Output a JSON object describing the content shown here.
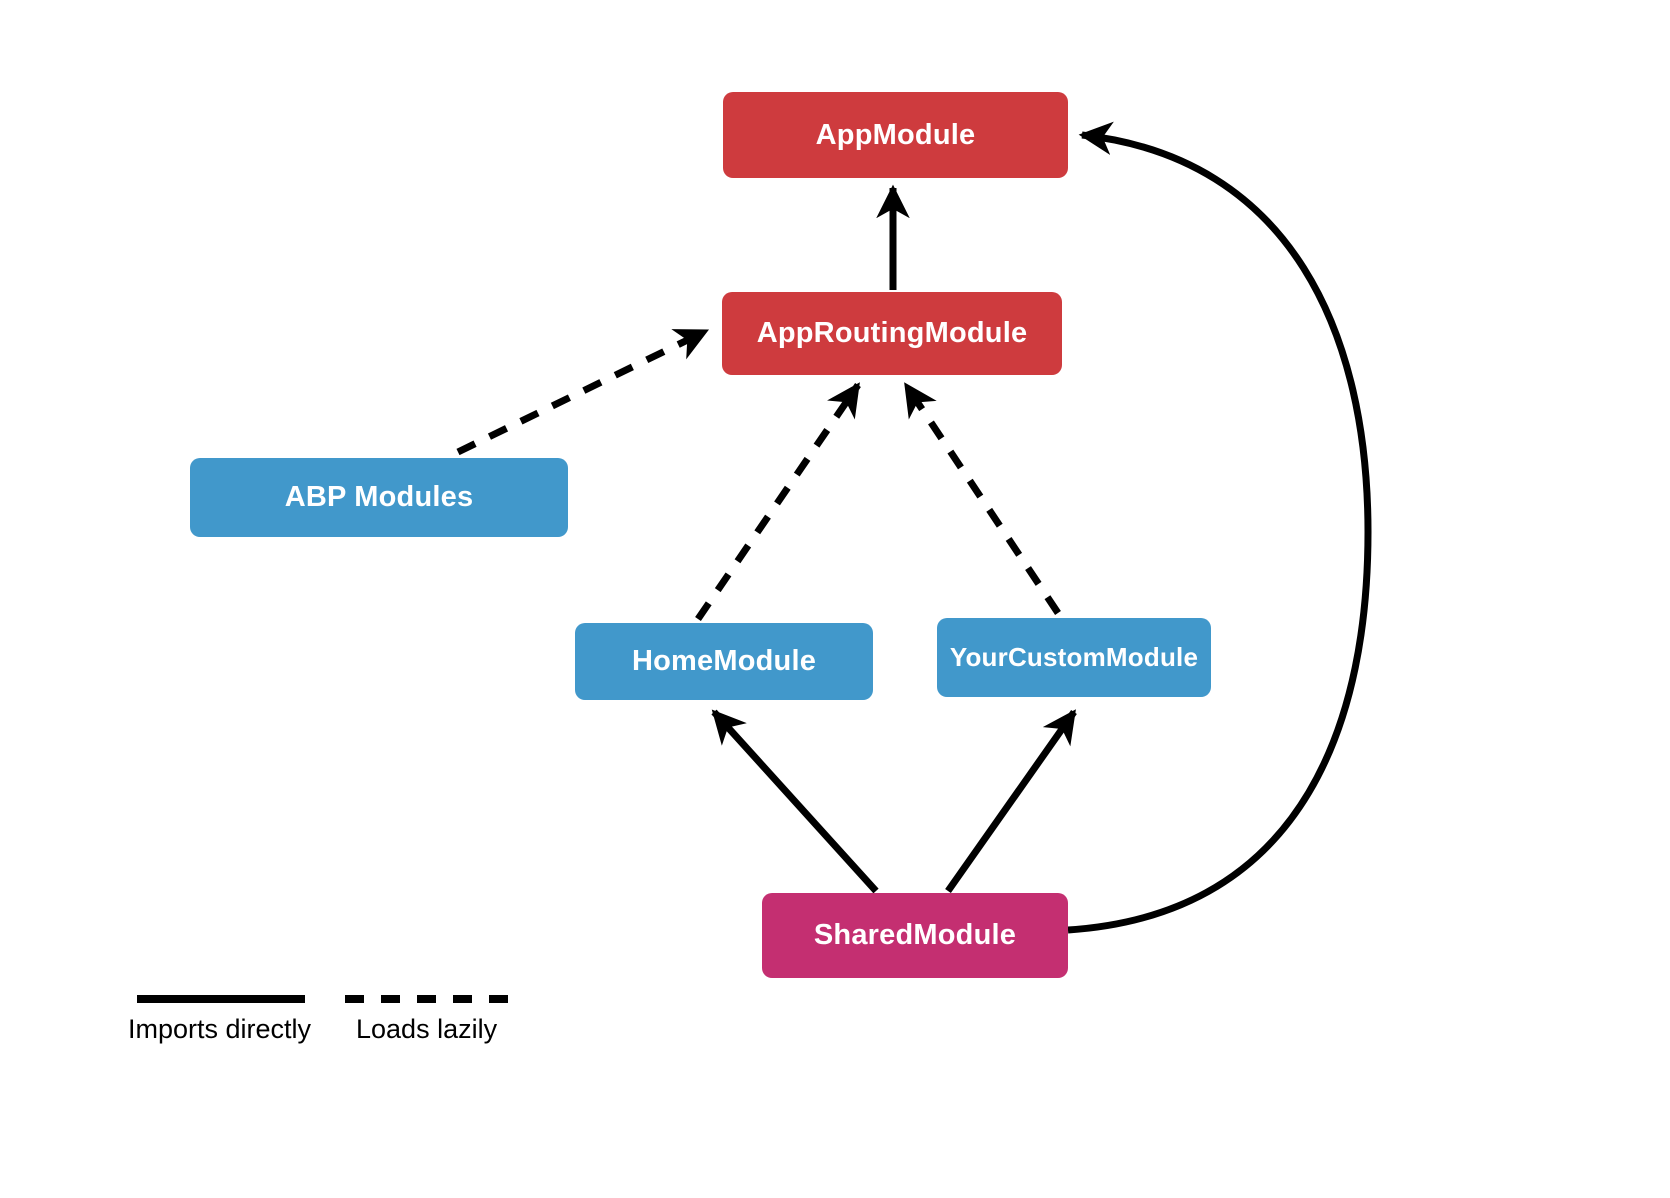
{
  "nodes": {
    "app_module": {
      "label": "AppModule",
      "color": "#CE3B3E",
      "text_color": "#FFFFFF"
    },
    "app_routing_module": {
      "label": "AppRoutingModule",
      "color": "#CE3B3E",
      "text_color": "#FFFFFF"
    },
    "abp_modules": {
      "label": "ABP Modules",
      "color": "#4198CB",
      "text_color": "#FFFFFF"
    },
    "home_module": {
      "label": "HomeModule",
      "color": "#4198CB",
      "text_color": "#FFFFFF"
    },
    "your_custom_module": {
      "label": "YourCustomModule",
      "color": "#4198CB",
      "text_color": "#FFFFFF"
    },
    "shared_module": {
      "label": "SharedModule",
      "color": "#C42F71",
      "text_color": "#FFFFFF"
    }
  },
  "edges": [
    {
      "from": "AppRoutingModule",
      "to": "AppModule",
      "relation": "Imports directly",
      "style": "solid"
    },
    {
      "from": "ABP Modules",
      "to": "AppRoutingModule",
      "relation": "Loads lazily",
      "style": "dashed"
    },
    {
      "from": "HomeModule",
      "to": "AppRoutingModule",
      "relation": "Loads lazily",
      "style": "dashed"
    },
    {
      "from": "YourCustomModule",
      "to": "AppRoutingModule",
      "relation": "Loads lazily",
      "style": "dashed"
    },
    {
      "from": "SharedModule",
      "to": "HomeModule",
      "relation": "Imports directly",
      "style": "solid"
    },
    {
      "from": "SharedModule",
      "to": "YourCustomModule",
      "relation": "Imports directly",
      "style": "solid"
    },
    {
      "from": "SharedModule",
      "to": "AppModule",
      "relation": "Imports directly",
      "style": "solid"
    }
  ],
  "legend": {
    "solid_label": "Imports directly",
    "dashed_label": "Loads lazily",
    "line_color": "#000000"
  }
}
